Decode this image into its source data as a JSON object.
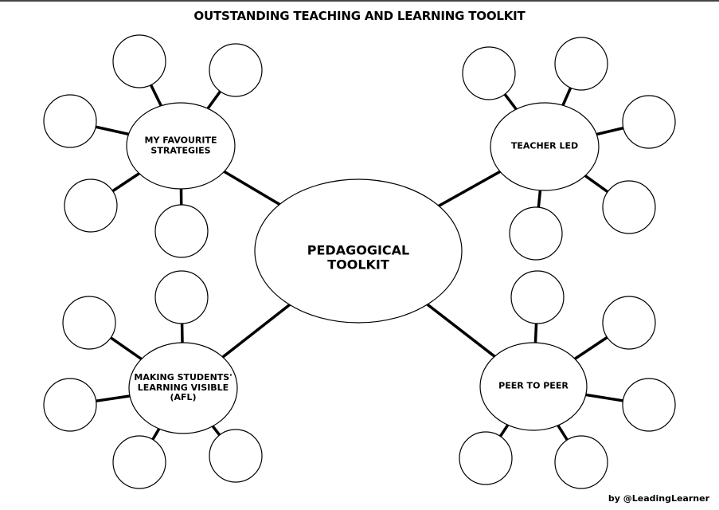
{
  "title": "OUTSTANDING TEACHING AND LEARNING TOOLKIT",
  "center": {
    "line1": "PEDAGOGICAL",
    "line2": "TOOLKIT"
  },
  "hubs": {
    "top_left": {
      "line1": "MY FAVOURITE",
      "line2": "STRATEGIES"
    },
    "top_right": {
      "line1": "TEACHER LED"
    },
    "bottom_left": {
      "line1": "MAKING STUDENTS'",
      "line2": "LEARNING VISIBLE",
      "line3": "(AFL)"
    },
    "bottom_right": {
      "line1": "PEER TO PEER"
    }
  },
  "footer": "by @LeadingLearner"
}
